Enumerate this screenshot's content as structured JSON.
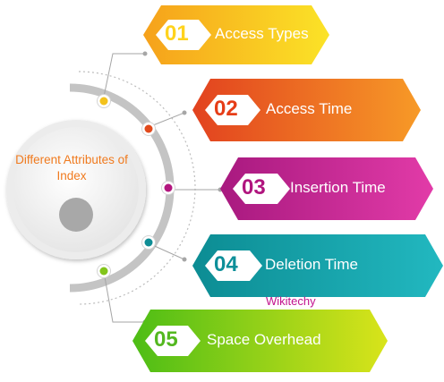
{
  "center": {
    "title": "Different Attributes of Index"
  },
  "watermark": "Wikitechy",
  "items": [
    {
      "number": "01",
      "label": "Access Types",
      "color_start": "#f6a11b",
      "color_end": "#fbe327",
      "number_color": "#ffd31e"
    },
    {
      "number": "02",
      "label": "Access Time",
      "color_start": "#e2421f",
      "color_end": "#f79a27",
      "number_color": "#e63d17"
    },
    {
      "number": "03",
      "label": "Insertion Time",
      "color_start": "#a8197f",
      "color_end": "#e23ba8",
      "number_color": "#b0157e"
    },
    {
      "number": "04",
      "label": "Deletion Time",
      "color_start": "#0c8c93",
      "color_end": "#22b8c0",
      "number_color": "#0d8f99"
    },
    {
      "number": "05",
      "label": "Space Overhead",
      "color_start": "#4dbd16",
      "color_end": "#d9e41a",
      "number_color": "#54b820"
    }
  ],
  "colors": {
    "ring": "#b9b9b9",
    "hub": "#f2f2f2",
    "hub_dot": "#a8a8a8",
    "connector": "#a6a6a6"
  }
}
